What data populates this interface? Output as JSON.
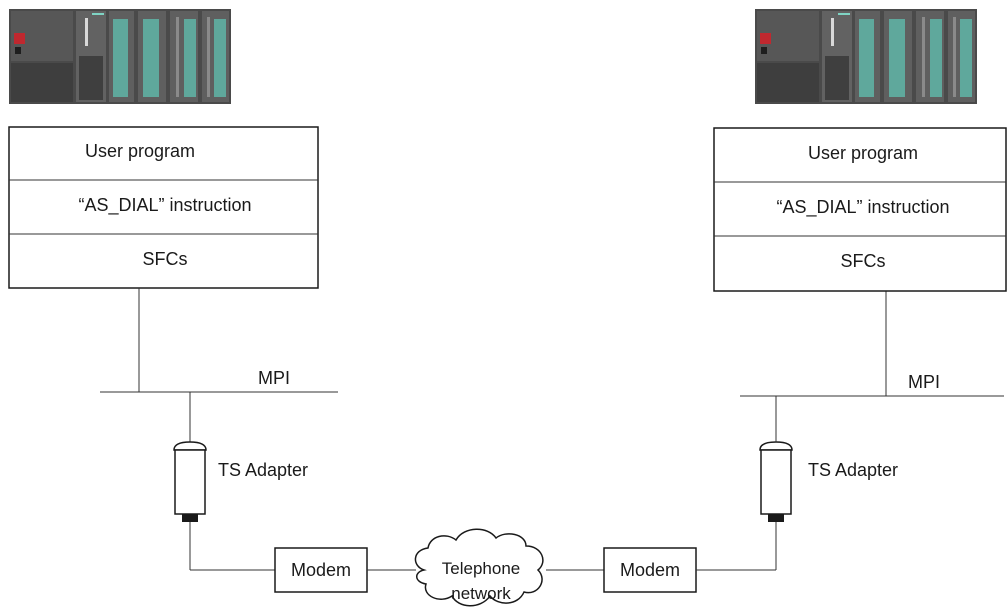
{
  "stations": [
    {
      "stack": [
        "User program",
        "“AS_DIAL” instruction",
        "SFCs"
      ],
      "bus_label": "MPI",
      "adapter_label": "TS Adapter",
      "modem_label": "Modem"
    },
    {
      "stack": [
        "User program",
        "“AS_DIAL” instruction",
        "SFCs"
      ],
      "bus_label": "MPI",
      "adapter_label": "TS Adapter",
      "modem_label": "Modem"
    }
  ],
  "network": {
    "line1": "Telephone",
    "line2": "network"
  },
  "colors": {
    "plc_body": "#555555",
    "plc_dark": "#3c3c3c",
    "plc_module": "#5fa89c",
    "plc_red": "#c0282f",
    "line": "#333333"
  }
}
